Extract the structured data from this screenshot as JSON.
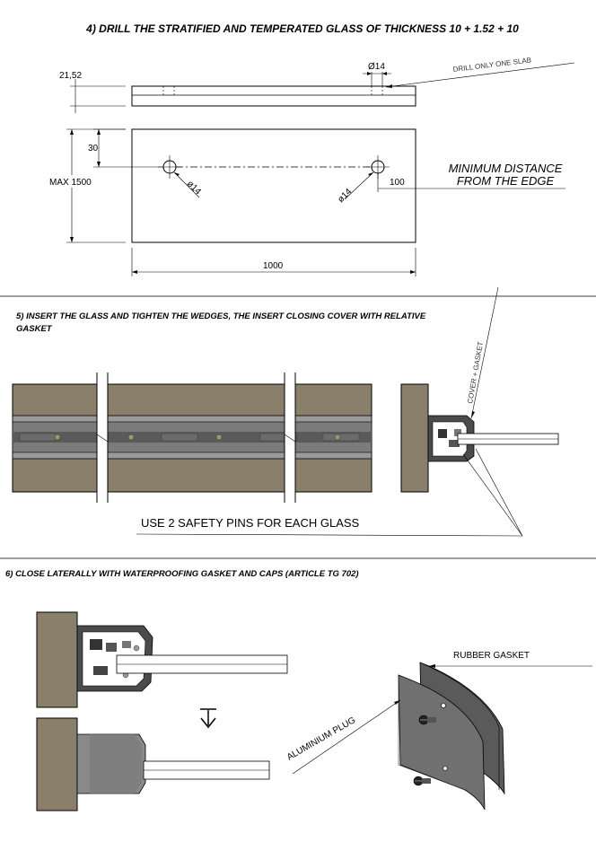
{
  "section4": {
    "title": "4) DRILL THE STRATIFIED AND TEMPERATED GLASS OF THICKNESS 10 + 1.52 + 10",
    "dim_thickness": "21,52",
    "dim_hole_top": "Ø14",
    "note_drill_one": "DRILL ONLY ONE SLAB",
    "dim_30": "30",
    "dim_max": "MAX 1500",
    "dim_hole_left": "ø14",
    "dim_hole_right": "ø14",
    "dim_100": "100",
    "dim_1000": "1000",
    "note_min_distance_1": "MINIMUM DISTANCE",
    "note_min_distance_2": "FROM THE EDGE"
  },
  "section5": {
    "title_line1": "5) INSERT THE GLASS AND TIGHTEN THE WEDGES, THE INSERT CLOSING COVER WITH RELATIVE",
    "title_line2": "GASKET",
    "note_cover": "COVER + GASKET",
    "note_pins": "USE 2 SAFETY PINS FOR EACH GLASS"
  },
  "section6": {
    "title": "6) CLOSE LATERALLY WITH WATERPROOFING GASKET AND CAPS (ARTICLE TG 702)",
    "note_rubber": "RUBBER GASKET",
    "note_plug": "ALUMINIUM PLUG"
  },
  "colors": {
    "wall": "#8a7f6b",
    "glass_dark": "#6f6f6f",
    "glass_light": "#a8a8a8",
    "profile": "#4b4b4b"
  }
}
